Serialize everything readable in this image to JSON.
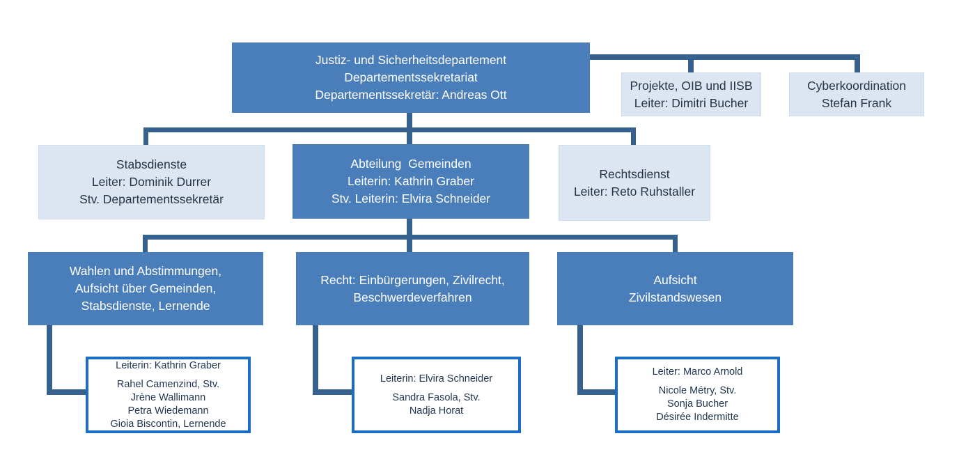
{
  "title": "Organigramm Justiz- und Sicherheitsdepartement",
  "colors": {
    "node_fill_dark": "#4A7EBA",
    "node_fill_light": "#DCE6F2",
    "connector": "#36618F",
    "team_box_border": "#1C6DC4",
    "text_on_dark": "#FFFFFF",
    "text_on_light": "#263445"
  },
  "nodes": {
    "departement": {
      "lines": [
        "Justiz- und Sicherheitsdepartement",
        "Departementssekretariat",
        "Departementssekretär: Andreas Ott"
      ]
    },
    "projekte": {
      "lines": [
        "Projekte, OIB und IISB",
        "Leiter: Dimitri Bucher"
      ]
    },
    "cyberkoordination": {
      "lines": [
        "Cyberkoordination",
        "Stefan Frank"
      ]
    },
    "stabsdienste": {
      "lines": [
        "Stabsdienste",
        "Leiter: Dominik Durrer",
        "Stv. Departementssekretär"
      ]
    },
    "abteilung_gemeinden": {
      "lines": [
        "Abteilung  Gemeinden",
        "Leiterin: Kathrin Graber",
        "Stv. Leiterin: Elvira Schneider"
      ]
    },
    "rechtsdienst": {
      "lines": [
        "Rechtsdienst",
        "Leiter: Reto Ruhstaller"
      ]
    },
    "wahlen": {
      "lines": [
        "Wahlen und Abstimmungen,",
        "Aufsicht über Gemeinden,",
        "Stabsdienste, Lernende"
      ]
    },
    "recht": {
      "lines": [
        "Recht: Einbürgerungen, Zivilrecht,",
        "Beschwerdeverfahren"
      ]
    },
    "aufsicht_zivilstandswesen": {
      "lines": [
        "Aufsicht",
        "Zivilstandswesen"
      ]
    },
    "team_wahlen": {
      "leader": "Leiterin: Kathrin Graber",
      "members": [
        "Rahel Camenzind, Stv.",
        "Jrène Wallimann",
        "Petra Wiedemann",
        "Gioia Biscontin, Lernende"
      ]
    },
    "team_recht": {
      "leader": "Leiterin: Elvira Schneider",
      "members": [
        "Sandra Fasola, Stv.",
        "Nadja Horat"
      ]
    },
    "team_zivilstandswesen": {
      "leader": "Leiter: Marco Arnold",
      "members": [
        "Nicole Métry, Stv.",
        "Sonja Bucher",
        "Désirée Indermitte"
      ]
    }
  }
}
